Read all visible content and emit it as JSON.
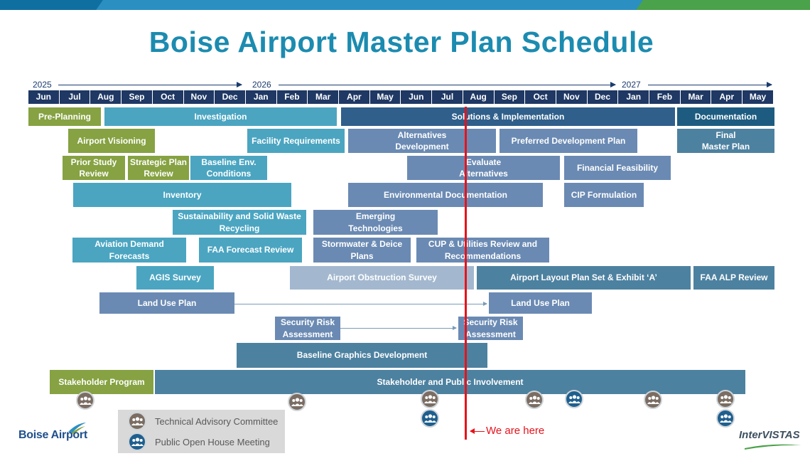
{
  "title": "Boise Airport Master Plan Schedule",
  "years": [
    "2025",
    "2026",
    "2027"
  ],
  "months": [
    "Jun",
    "Jul",
    "Aug",
    "Sep",
    "Oct",
    "Nov",
    "Dec",
    "Jan",
    "Feb",
    "Mar",
    "Apr",
    "May",
    "Jun",
    "Jul",
    "Aug",
    "Sep",
    "Oct",
    "Nov",
    "Dec",
    "Jan",
    "Feb",
    "Mar",
    "Apr",
    "May"
  ],
  "phases": {
    "pre_planning": "Pre-Planning",
    "investigation": "Investigation",
    "solutions": "Solutions & Implementation",
    "documentation": "Documentation"
  },
  "tasks": {
    "airport_visioning": "Airport Visioning",
    "facility_requirements": "Facility Requirements",
    "alternatives_development": "Alternatives\nDevelopment",
    "preferred_development_plan": "Preferred Development Plan",
    "final_master_plan": "Final\nMaster Plan",
    "prior_study_review": "Prior Study\nReview",
    "strategic_plan_review": "Strategic Plan\nReview",
    "baseline_env_conditions": "Baseline Env.\nConditions",
    "evaluate_alternatives": "Evaluate\nAlternatives",
    "financial_feasibility": "Financial Feasibility",
    "inventory": "Inventory",
    "environmental_documentation": "Environmental Documentation",
    "cip_formulation": "CIP Formulation",
    "sustainability": "Sustainability and Solid Waste\nRecycling",
    "emerging_technologies": "Emerging\nTechnologies",
    "aviation_demand_forecasts": "Aviation Demand\nForecasts",
    "faa_forecast_review": "FAA Forecast Review",
    "stormwater_deice_plans": "Stormwater & Deice\nPlans",
    "cup_utilities": "CUP & Utilities Review and\nRecommendations",
    "agis_survey": "AGIS Survey",
    "airport_obstruction_survey": "Airport Obstruction Survey",
    "alp_set_exhibit_a": "Airport Layout Plan Set & Exhibit ‘A’",
    "faa_alp_review": "FAA ALP Review",
    "land_use_plan_start": "Land Use Plan",
    "land_use_plan_end": "Land Use Plan",
    "security_risk_start": "Security Risk\nAssessment",
    "security_risk_end": "Security Risk\nAssessment",
    "baseline_graphics": "Baseline Graphics Development",
    "stakeholder_program": "Stakeholder Program",
    "stakeholder_public_involvement": "Stakeholder and Public Involvement"
  },
  "current_marker": "We are here",
  "legend": {
    "tac": "Technical Advisory Committee",
    "poh": "Public Open House Meeting"
  },
  "logos": {
    "boise": "Boise Airport",
    "intervistas": "InterVISTAS"
  },
  "colors": {
    "title": "#1c8bb0",
    "month_header": "#1f3864",
    "marker": "#e8121a",
    "pre_planning": "#86a242",
    "investigation": "#4ba5c1",
    "solutions": "#2f5f8a"
  },
  "icons": [
    "meeting-group-icon"
  ]
}
